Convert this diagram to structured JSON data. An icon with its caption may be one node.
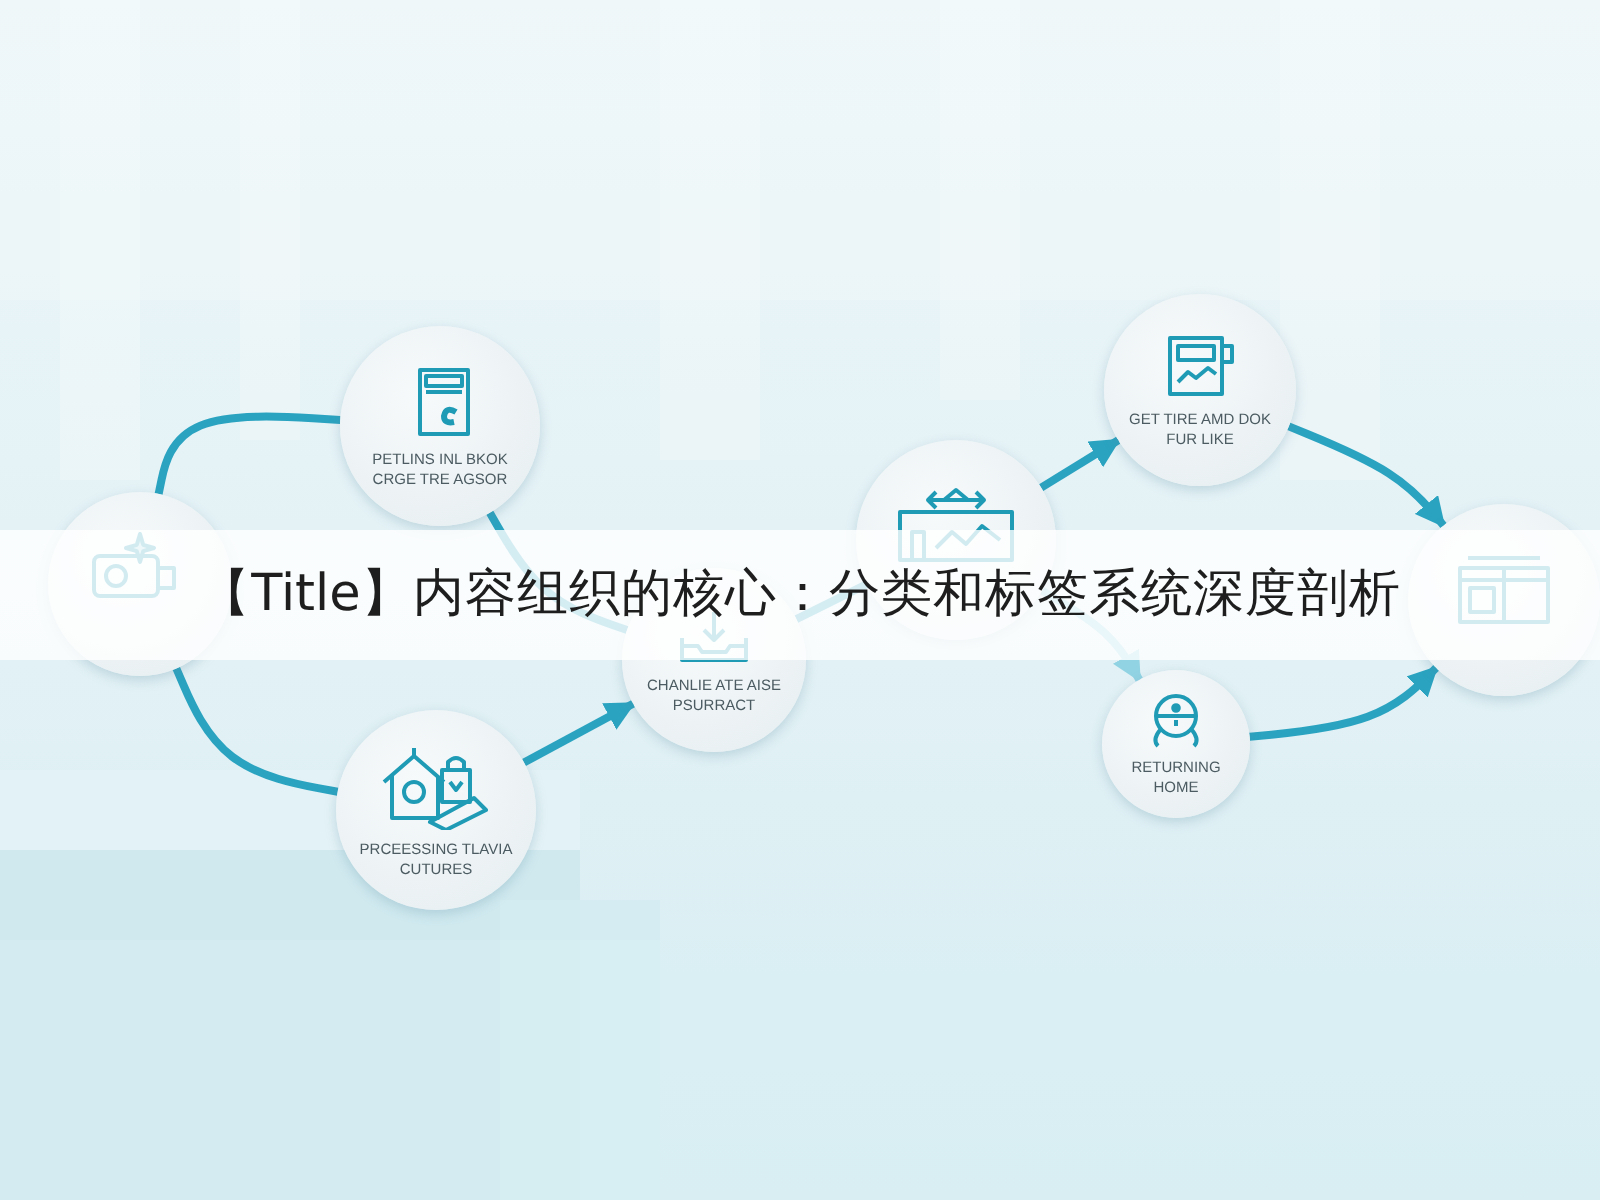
{
  "diagram": {
    "title": "【Title】内容组织的核心：分类和标签系统深度剖析",
    "nodes": [
      {
        "text": [],
        "shape": "circle"
      },
      {
        "text": [
          "PETLINS INL BKOK CRGE TRE AGSOR"
        ]
      },
      {
        "text": [
          "PRCEESSING TLAVIA CUTURES"
        ]
      },
      {
        "text": [
          "CHANLIE ATE AISE PSURRACT"
        ]
      },
      {
        "text": [],
        "shape": "circle"
      },
      {
        "text": [
          "GET TIRE AMD DOK FUR LIKE"
        ]
      },
      {
        "text": [
          "RETURNING HOME"
        ]
      },
      {
        "text": [],
        "shape": "circle"
      }
    ],
    "edges": [
      {
        "from": 0,
        "to": 1,
        "arrow": "none"
      },
      {
        "from": 1,
        "to": 3,
        "arrow": "none"
      },
      {
        "from": 0,
        "to": 2,
        "arrow": "none"
      },
      {
        "from": 2,
        "to": 3,
        "arrow": "to"
      },
      {
        "from": 3,
        "to": 4,
        "arrow": "none"
      },
      {
        "from": 4,
        "to": 5,
        "arrow": "to"
      },
      {
        "from": 4,
        "to": 6,
        "arrow": "to",
        "color": "#92d3e3"
      },
      {
        "from": 5,
        "to": 7,
        "arrow": "to"
      },
      {
        "from": 6,
        "to": 7,
        "arrow": "to"
      }
    ]
  }
}
